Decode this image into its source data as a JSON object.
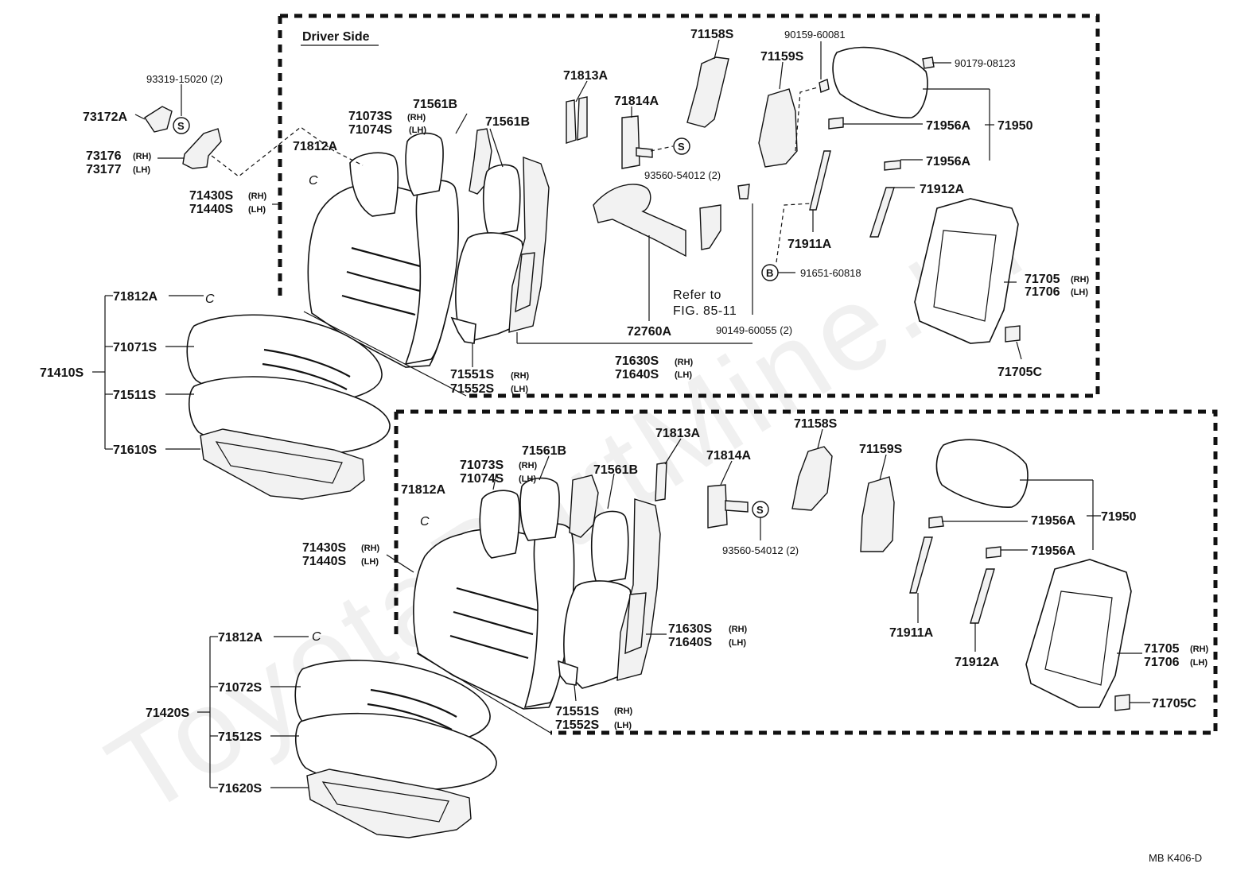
{
  "diagram": {
    "watermark": "ToyotaPartMine.ru",
    "section_title": "Driver Side",
    "reference_note_line1": "Refer to",
    "reference_note_line2": "FIG. 85-11",
    "figure_code": "MB  K406-D",
    "symbols": {
      "s": "S",
      "b": "B",
      "c": "C"
    },
    "top": {
      "p93319": "93319-15020 (2)",
      "p73172A": "73172A",
      "p73176": "73176",
      "p73177": "73177",
      "p71430S": "71430S",
      "p71440S": "71440S",
      "p71812A": "71812A",
      "p71073S": "71073S",
      "p71074S": "71074S",
      "p71561B_1": "71561B",
      "p71561B_2": "71561B",
      "p71813A": "71813A",
      "p71814A": "71814A",
      "p71158S": "71158S",
      "p71159S": "71159S",
      "p90159": "90159-60081",
      "p90179": "90179-08123",
      "p71956A_1": "71956A",
      "p71956A_2": "71956A",
      "p71950": "71950",
      "p93560": "93560-54012 (2)",
      "p71912A": "71912A",
      "p71911A": "71911A",
      "p91651": "91651-60818",
      "p71705": "71705",
      "p71706": "71706",
      "p72760A": "72760A",
      "p90149": "90149-60055 (2)",
      "p71630S": "71630S",
      "p71640S": "71640S",
      "p71551S": "71551S",
      "p71552S": "71552S",
      "p71705C": "71705C"
    },
    "cushion_top": {
      "p71410S": "71410S",
      "p71812A": "71812A",
      "p71071S": "71071S",
      "p71511S": "71511S",
      "p71610S": "71610S"
    },
    "bottom": {
      "p71561B_1": "71561B",
      "p71561B_2": "71561B",
      "p71813A": "71813A",
      "p71158S": "71158S",
      "p71073S": "71073S",
      "p71074S": "71074S",
      "p71814A": "71814A",
      "p71159S": "71159S",
      "p71812A": "71812A",
      "p93560": "93560-54012 (2)",
      "p71956A_1": "71956A",
      "p71956A_2": "71956A",
      "p71950": "71950",
      "p71430S": "71430S",
      "p71440S": "71440S",
      "p71911A": "71911A",
      "p71630S": "71630S",
      "p71640S": "71640S",
      "p71705": "71705",
      "p71706": "71706",
      "p71912A": "71912A",
      "p71551S": "71551S",
      "p71552S": "71552S",
      "p71705C": "71705C"
    },
    "cushion_bottom": {
      "p71420S": "71420S",
      "p71812A": "71812A",
      "p71072S": "71072S",
      "p71512S": "71512S",
      "p71620S": "71620S"
    },
    "side_tags": {
      "rh": "(RH)",
      "lh": "(LH)"
    }
  }
}
